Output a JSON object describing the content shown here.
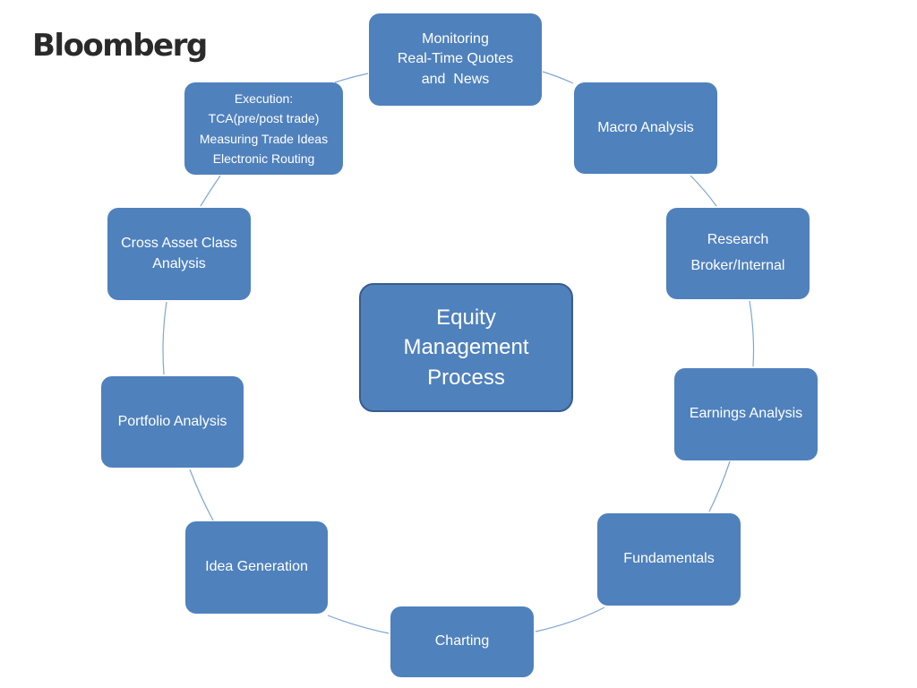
{
  "logo": {
    "text": "Bloomberg"
  },
  "center": {
    "lines": [
      "Equity",
      "Management",
      "Process"
    ]
  },
  "nodes": {
    "monitoring": {
      "lines": [
        "Monitoring",
        "Real-Time Quotes",
        "and  News"
      ]
    },
    "macro": {
      "lines": [
        "Macro Analysis"
      ]
    },
    "research": {
      "lines": [
        "Research",
        "Broker/Internal"
      ]
    },
    "earnings": {
      "lines": [
        "Earnings Analysis"
      ]
    },
    "fundamentals": {
      "lines": [
        "Fundamentals"
      ]
    },
    "charting": {
      "lines": [
        "Charting"
      ]
    },
    "idea": {
      "lines": [
        "Idea Generation"
      ]
    },
    "portfolio": {
      "lines": [
        "Portfolio Analysis"
      ]
    },
    "cross_asset": {
      "lines": [
        "Cross Asset Class",
        "Analysis"
      ]
    },
    "execution": {
      "lines": [
        "Execution:",
        "TCA(pre/post trade)",
        "Measuring Trade Ideas",
        "Electronic Routing"
      ]
    }
  },
  "colors": {
    "node_fill": "#4f81bd",
    "center_border": "#385d8a",
    "connector": "#7fa6d3",
    "text": "#ffffff"
  }
}
